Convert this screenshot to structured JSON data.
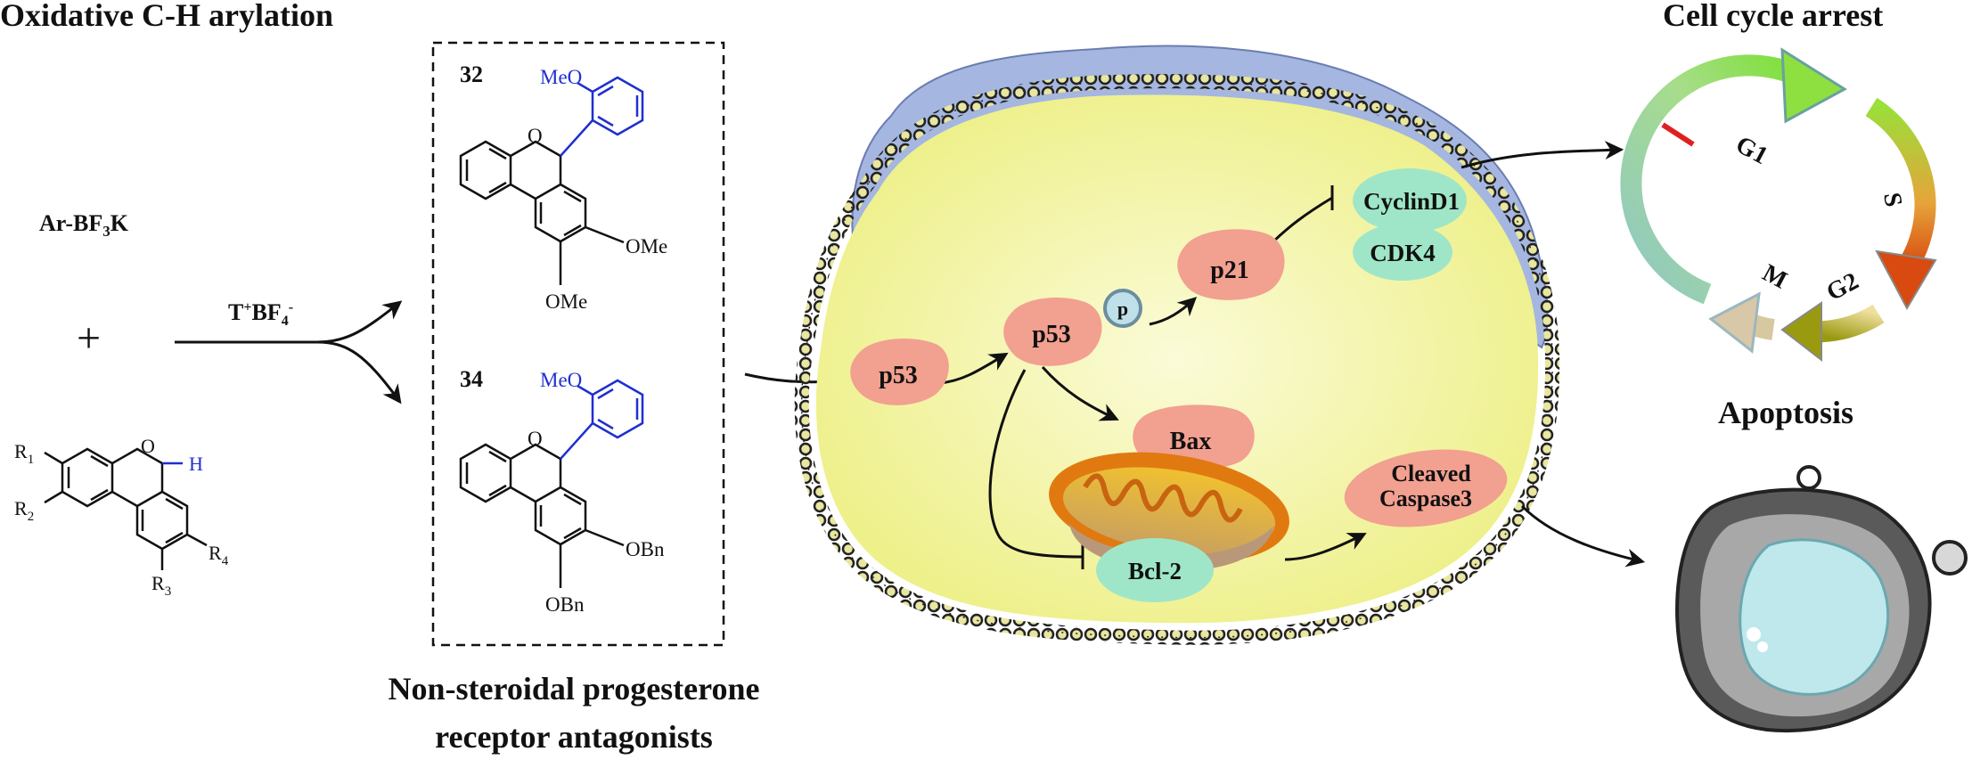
{
  "left": {
    "title": "Oxidative C-H arylation",
    "reagent_main": "Ar-BF",
    "reagent_sub": "3",
    "reagent_tail": "K",
    "plus": "+",
    "catalyst_main": "T",
    "catalyst_sup1": "+",
    "catalyst_mid": "BF",
    "catalyst_sub": "4",
    "catalyst_sup2": "-",
    "scaffold_labels": {
      "r1": "R",
      "r1_sub": "1",
      "r2": "R",
      "r2_sub": "2",
      "r3": "R",
      "r3_sub": "3",
      "r4": "R",
      "r4_sub": "4",
      "o": "O",
      "h": "H"
    }
  },
  "box": {
    "compound_a": {
      "number": "32",
      "meo": "MeO",
      "o": "O",
      "sub1": "OMe",
      "sub2": "OMe"
    },
    "compound_b": {
      "number": "34",
      "meo": "MeO",
      "o": "O",
      "sub1": "OBn",
      "sub2": "OBn"
    },
    "caption_line1": "Non-steroidal progesterone",
    "caption_line2": "receptor antagonists"
  },
  "cell": {
    "p53_a": "p53",
    "p53_b": "p53",
    "phospho": "p",
    "p21": "p21",
    "cyclin": "CyclinD1",
    "cdk": "CDK4",
    "bax": "Bax",
    "bcl2": "Bcl-2",
    "caspase_line1": "Cleaved",
    "caspase_line2": "Caspase3"
  },
  "right": {
    "cycle_title": "Cell cycle arrest",
    "phases": [
      "G1",
      "S",
      "G2",
      "M"
    ],
    "apoptosis_title": "Apoptosis"
  },
  "colors": {
    "text": "#111111",
    "substituent_blue": "#1f2fd0",
    "protein_pink": "#f2a090",
    "protein_green": "#9fe6c8",
    "cytoplasm": "#f7f7b0",
    "outer_membrane": "#9fb2dd",
    "mito_orange": "#e07a10"
  }
}
